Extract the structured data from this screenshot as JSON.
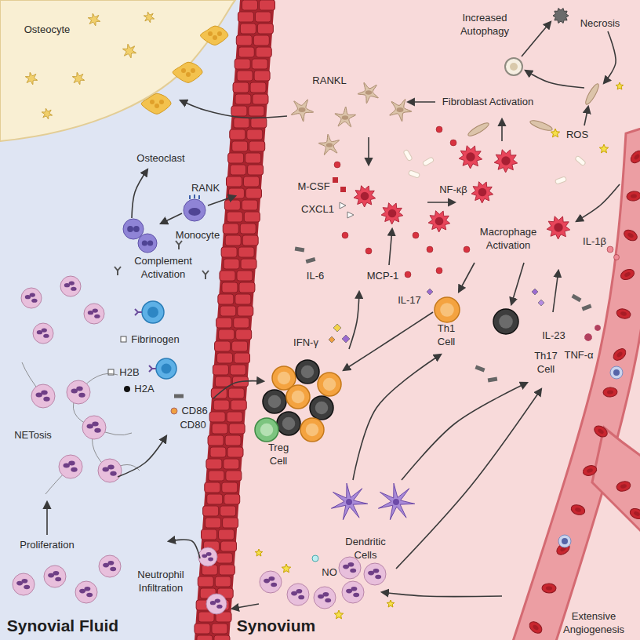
{
  "diagram": {
    "labels": [
      "Osteocyte",
      "Osteoclast",
      "RANK",
      "Monocyte",
      "RANKL",
      "Fibroblast Activation",
      "Increased Autophagy",
      "Necrosis",
      "ROS",
      "M-CSF",
      "NF-κβ",
      "CXCL1",
      "Macrophage Activation",
      "IL-6",
      "MCP-1",
      "Complement Activation",
      "IL-1β",
      "IL-17",
      "IL-23",
      "TNF-α",
      "IFN-γ",
      "Th1 Cell",
      "Th17 Cell",
      "Fibrinogen",
      "H2B",
      "H2A",
      "Treg Cell",
      "NETosis",
      "CD86",
      "CD80",
      "Dendritic Cells",
      "NO",
      "Proliferation",
      "Neutrophil Infiltration",
      "Extensive Angiogenesis",
      "Synovial Fluid",
      "Synovium"
    ]
  }
}
